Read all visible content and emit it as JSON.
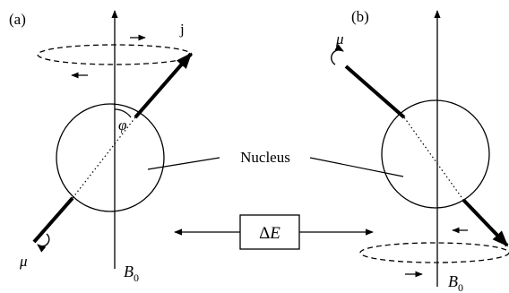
{
  "panel_a_label": "(a)",
  "panel_b_label": "(b)",
  "spin_label": "j",
  "angle_label": "φ",
  "moment_label_a": "μ",
  "moment_label_b": "μ",
  "nucleus_label": "Nucleus",
  "field_label_a": "B",
  "field_sub_a": "0",
  "field_label_b": "B",
  "field_sub_b": "0",
  "energy_box": {
    "delta": "Δ",
    "symbol": "E"
  },
  "colors": {
    "ink": "#000000",
    "background": "#ffffff"
  }
}
